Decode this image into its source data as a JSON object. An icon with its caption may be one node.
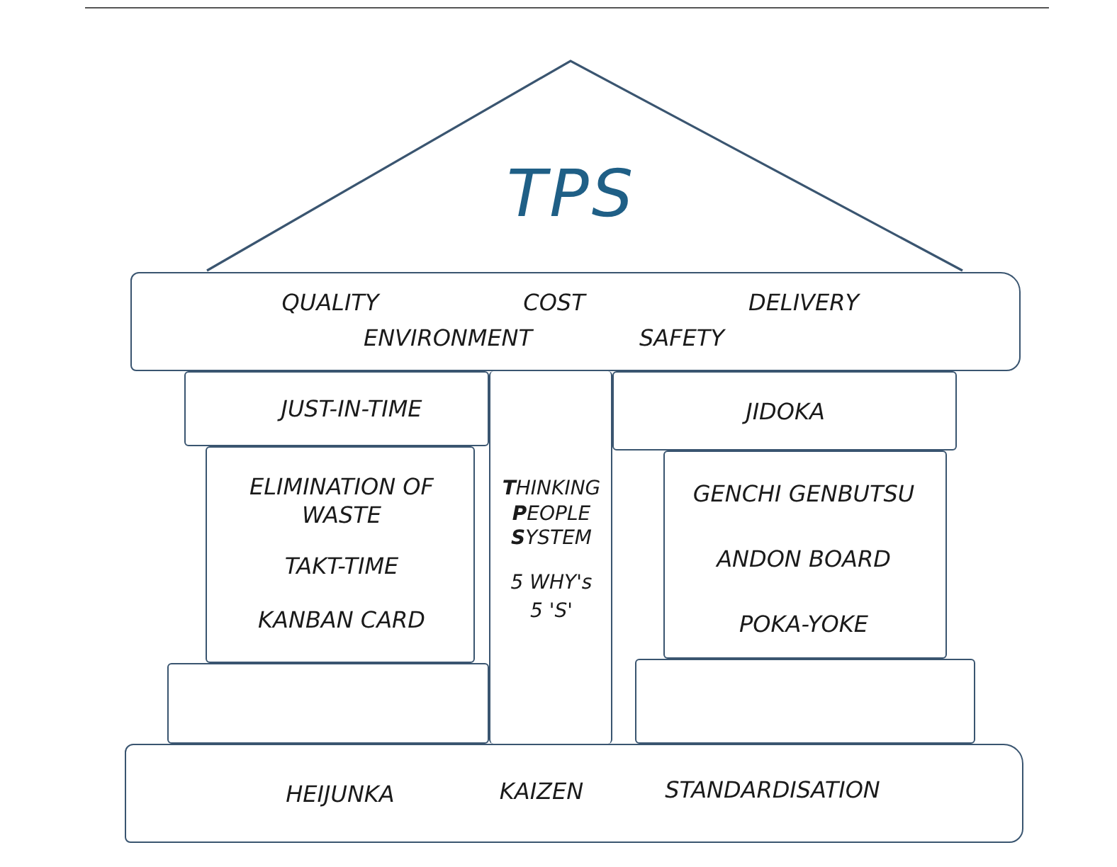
{
  "diagram": {
    "nodes": [
      {
        "text": [
          "TPS"
        ]
      },
      {
        "text": [
          "QUALITY",
          "COST",
          "DELIVERY",
          "ENVIRONMENT",
          "SAFETY"
        ]
      },
      {
        "text": [
          "JUST-IN-TIME"
        ]
      },
      {
        "text": [
          "ELIMINATION OF WASTE",
          "TAKT-TIME",
          "KANBAN CARD"
        ]
      },
      {
        "text": [
          "**T**HINKING **P**EOPLE **S**YSTEM",
          "5 WHY's",
          "5 'S'"
        ]
      },
      {
        "text": [
          "JIDOKA"
        ]
      },
      {
        "text": [
          "GENCHI GENBUTSU",
          "ANDON BOARD",
          "POKA-YOKE"
        ]
      },
      {
        "text": [],
        "shape": "box"
      },
      {
        "text": [],
        "shape": "box"
      },
      {
        "text": [
          "HEIJUNKA",
          "KAIZEN",
          "STANDARDISATION"
        ]
      }
    ]
  }
}
